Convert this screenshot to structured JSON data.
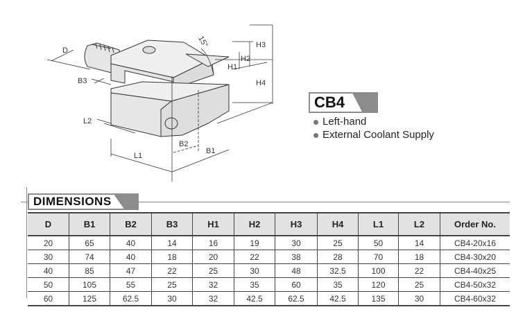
{
  "drawing": {
    "labels": {
      "D": "D",
      "B3": "B3",
      "L2": "L2",
      "L1": "L1",
      "B2": "B2",
      "B1": "B1",
      "H1": "H1",
      "H2": "H2",
      "H3": "H3",
      "H4": "H4",
      "angle": "15°"
    }
  },
  "product": {
    "code": "CB4",
    "features": [
      "Left-hand",
      "External Coolant Supply"
    ]
  },
  "dimensions": {
    "title": "DIMENSIONS",
    "columns": [
      "D",
      "B1",
      "B2",
      "B3",
      "H1",
      "H2",
      "H3",
      "H4",
      "L1",
      "L2",
      "Order No."
    ],
    "rows": [
      [
        "20",
        "65",
        "40",
        "14",
        "16",
        "19",
        "30",
        "25",
        "50",
        "14",
        "CB4-20x16"
      ],
      [
        "30",
        "74",
        "40",
        "18",
        "20",
        "22",
        "38",
        "28",
        "70",
        "18",
        "CB4-30x20"
      ],
      [
        "40",
        "85",
        "47",
        "22",
        "25",
        "30",
        "48",
        "32.5",
        "100",
        "22",
        "CB4-40x25"
      ],
      [
        "50",
        "105",
        "55",
        "25",
        "32",
        "35",
        "60",
        "35",
        "120",
        "25",
        "CB4-50x32"
      ],
      [
        "60",
        "125",
        "62.5",
        "30",
        "32",
        "42.5",
        "62.5",
        "42.5",
        "135",
        "30",
        "CB4-60x32"
      ]
    ]
  }
}
